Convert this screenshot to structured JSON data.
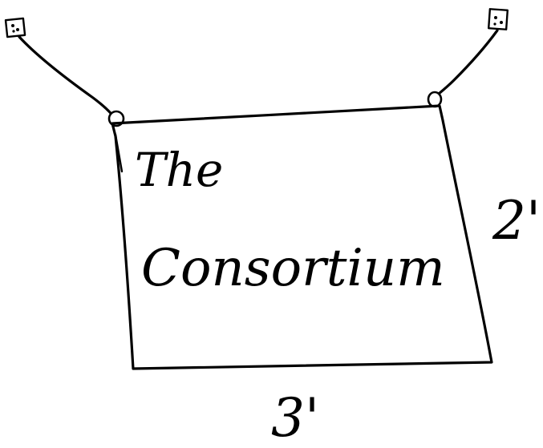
{
  "sign": {
    "line1": "The",
    "line2": "Consortium"
  },
  "dimensions": {
    "height": "2'",
    "width": "3'"
  },
  "icons": {
    "left_anchor": "anchor-square-icon",
    "right_anchor": "anchor-square-icon",
    "left_hook": "hook-loop-icon",
    "right_hook": "hook-loop-icon"
  },
  "colors": {
    "ink": "#000000",
    "paper": "#ffffff"
  }
}
